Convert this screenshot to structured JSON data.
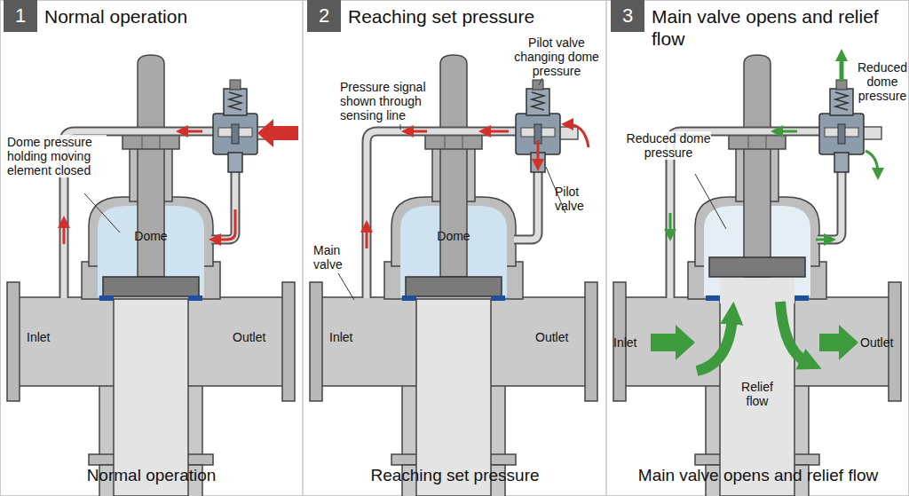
{
  "diagram": {
    "nodes": [
      {
        "text": [
          "Normal operation",
          "Normal operation"
        ]
      },
      {
        "text": [
          "1"
        ],
        "in": 0
      },
      {
        "text": [
          "Reaching set pressure",
          "Reaching set pressure"
        ]
      },
      {
        "text": [
          "2"
        ],
        "in": 2
      },
      {
        "text": [
          "Main valve opens and relief flow",
          "Main valve opens and relief flow"
        ]
      },
      {
        "text": [
          "3"
        ],
        "in": 4
      }
    ],
    "labels": [
      "Dome pressure holding moving element closed",
      "Dome",
      "Inlet",
      "Outlet",
      "Pressure signal shown through sensing line",
      "Pilot valve changing dome pressure",
      "Dome",
      "Main valve",
      "Pilot valve",
      "Inlet",
      "Outlet",
      "Reduced dome pressure",
      "Reduced dome pressure",
      "Inlet",
      "Outlet",
      "Relief flow"
    ]
  }
}
